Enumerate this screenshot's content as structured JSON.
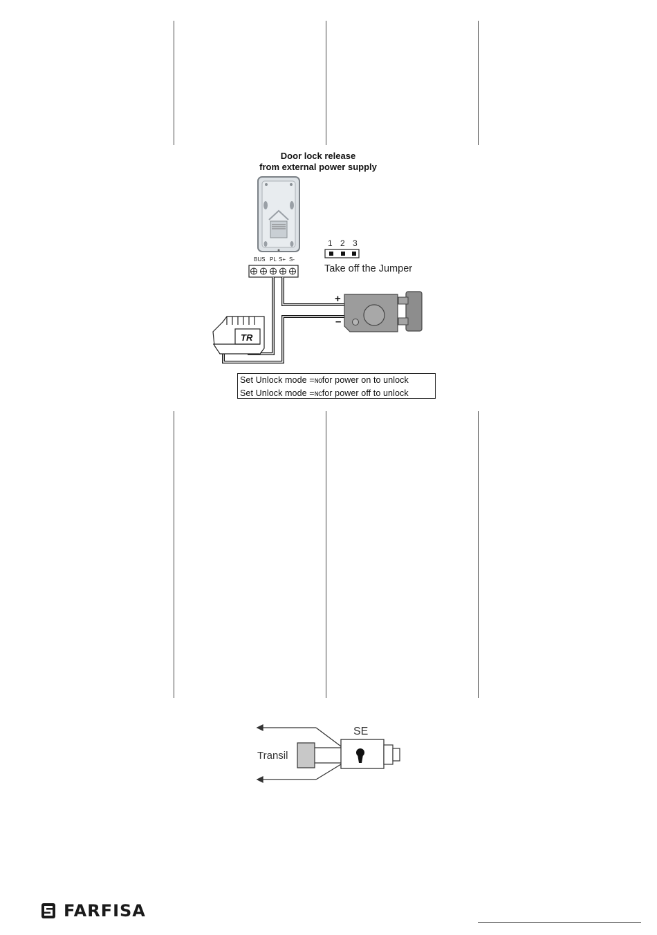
{
  "diagram1": {
    "title_line1": "Door lock release",
    "title_line2": "from external power supply",
    "terminals": [
      "BUS",
      "PL",
      "S+",
      "S-"
    ],
    "jumper_numbers": [
      "1",
      "2",
      "3"
    ],
    "jumper_label": "Take off the Jumper",
    "plus_sign": "+",
    "minus_sign": "–",
    "transformer_label": "TR",
    "note_line1_pre": "Set Unlock mode =",
    "note_line1_mode": "NO",
    "note_line1_post": "for power on to unlock",
    "note_line2_pre": "Set Unlock mode =",
    "note_line2_mode": "NC",
    "note_line2_post": "for power off to unlock"
  },
  "diagram2": {
    "se_label": "SE",
    "transil_label": "Transil"
  },
  "footer": {
    "logo_text": "FARFISA"
  }
}
